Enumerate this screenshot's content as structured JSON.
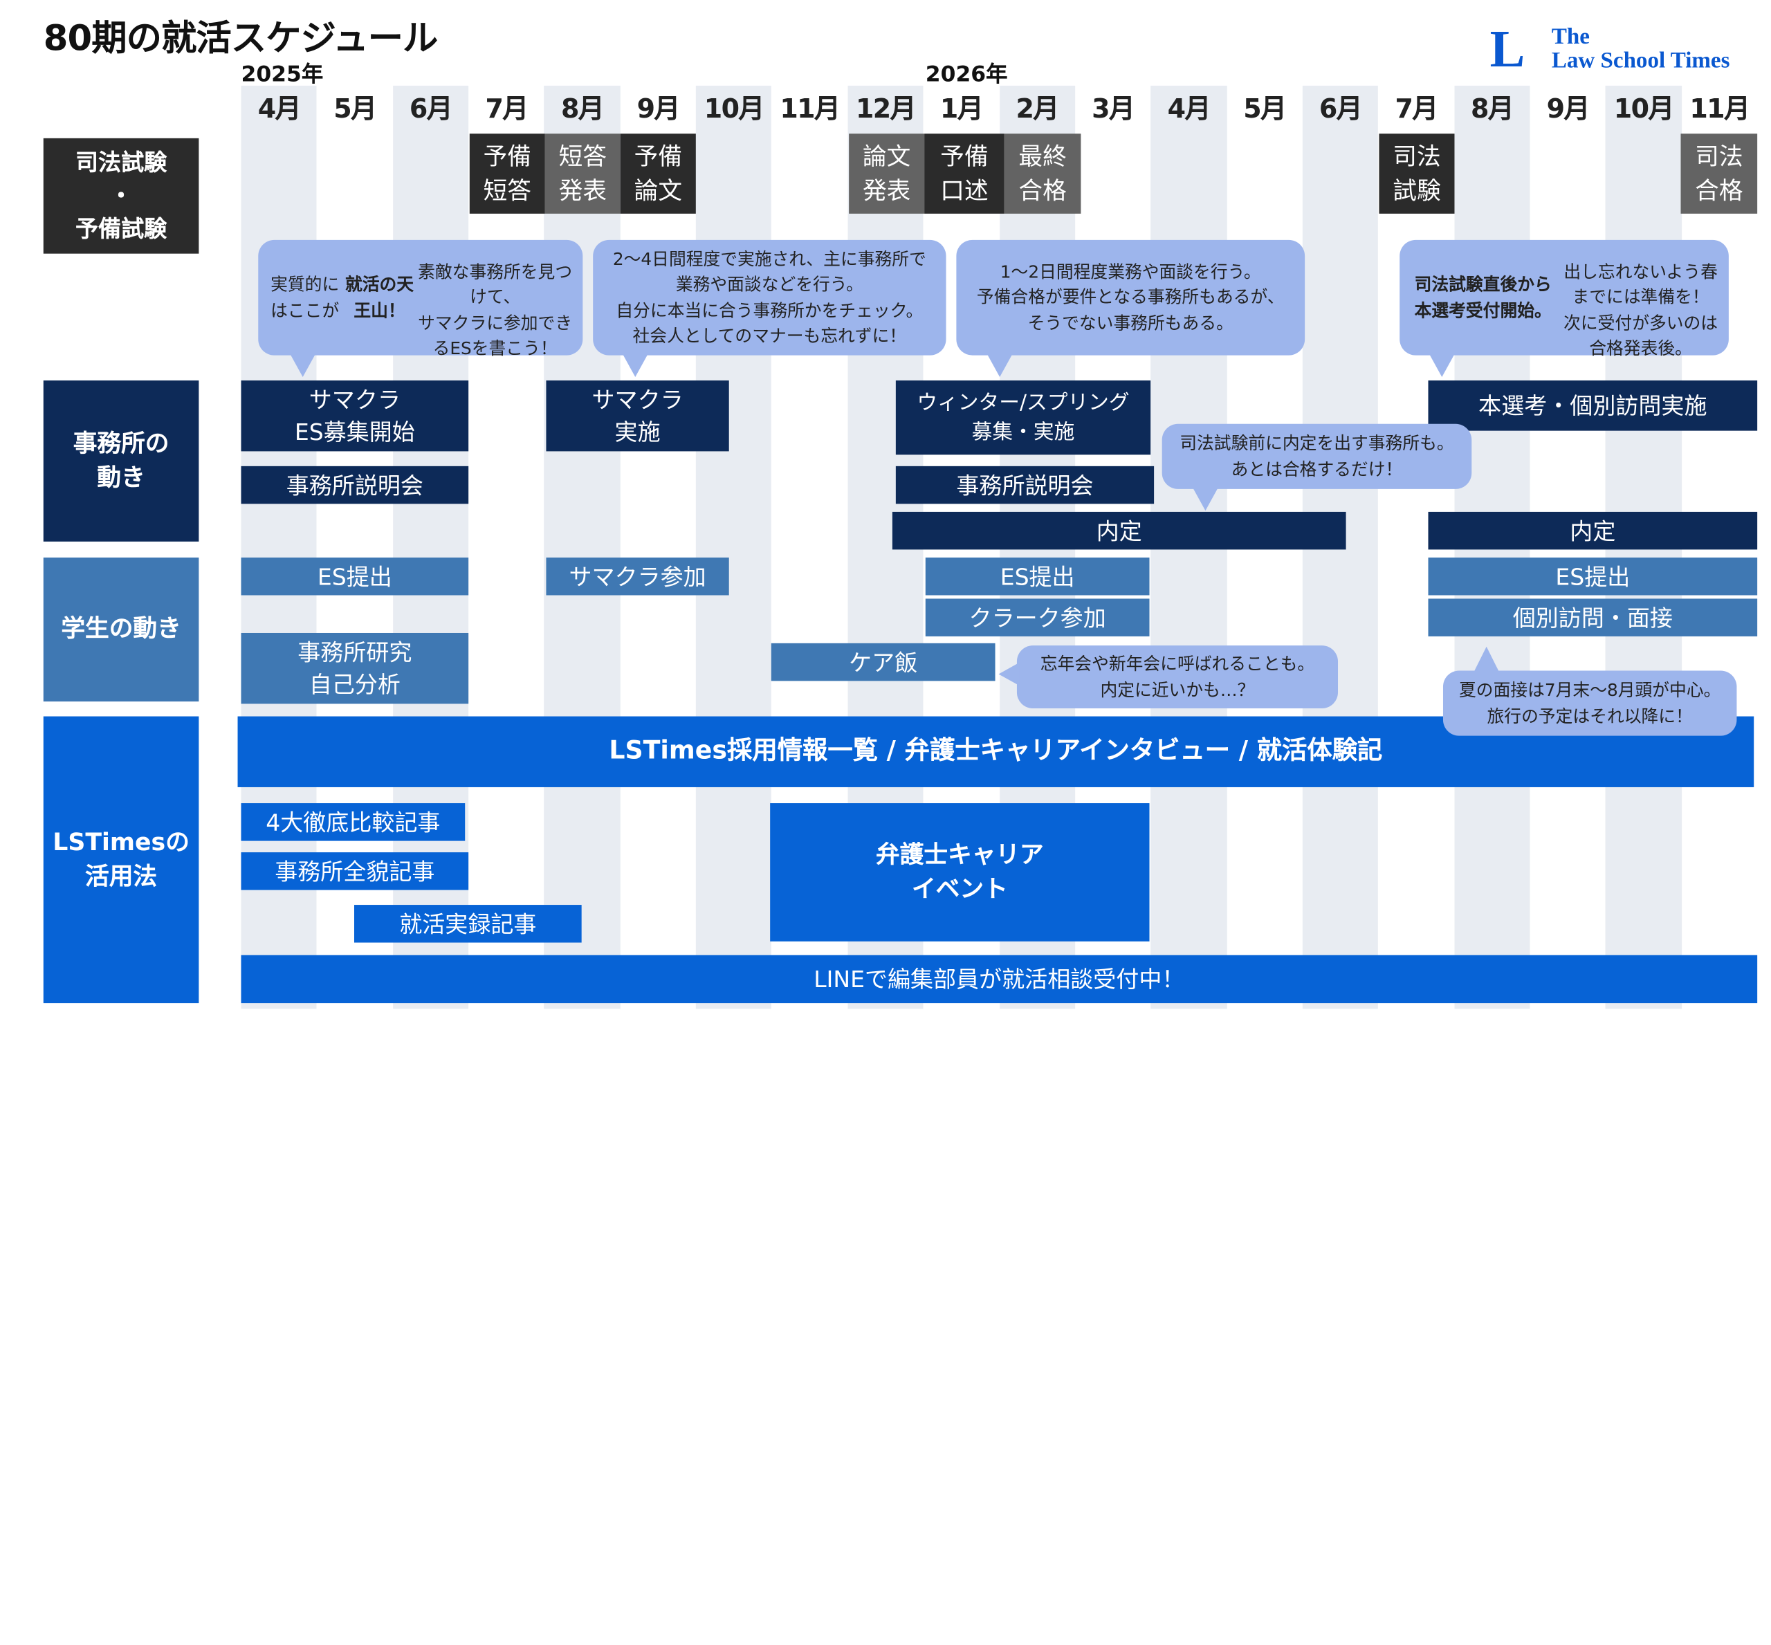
{
  "title": "80期の就活スケジュール",
  "years": [
    "2025年",
    "2026年"
  ],
  "months": [
    "4月",
    "5月",
    "6月",
    "7月",
    "8月",
    "9月",
    "10月",
    "11月",
    "12月",
    "1月",
    "2月",
    "3月",
    "4月",
    "5月",
    "6月",
    "7月",
    "8月",
    "9月",
    "10月",
    "11月"
  ],
  "logo": {
    "mark": "L",
    "text": "The\nLaw School Times"
  },
  "sections": {
    "exam": "司法試験\n・\n予備試験",
    "firm": "事務所の\n動き",
    "student": "学生の動き",
    "lstimes": "LSTimesの\n活用法"
  },
  "exams": [
    "予備\n短答",
    "短答\n発表",
    "予備\n論文",
    "論文\n発表",
    "予備\n口述",
    "最終\n合格",
    "司法\n試験",
    "司法\n合格"
  ],
  "bubbles": [
    {
      "lines": [
        "実質的にはここが",
        {
          "b": "就活の天王山！"
        },
        "\n素敵な事務所を見つけて、\nサマクラに参加できるESを書こう！"
      ]
    },
    {
      "lines": [
        "2〜4日間程度で実施され、主に事務所で\n業務や面談などを行う。\n自分に本当に合う事務所かをチェック。\n社会人としてのマナーも忘れずに！"
      ]
    },
    {
      "lines": [
        "1〜2日間程度業務や面談を行う。\n予備合格が要件となる事務所もあるが、\nそうでない事務所もある。"
      ]
    },
    {
      "lines": [
        {
          "b": "司法試験直後から本選考受付開始。"
        },
        "\n出し忘れないよう春までには準備を！\n次に受付が多いのは合格発表後。"
      ]
    },
    {
      "lines": [
        "司法試験前に内定を出す事務所も。\nあとは合格するだけ！"
      ]
    },
    {
      "lines": [
        "忘年会や新年会に呼ばれることも。\n内定に近いかも…？"
      ]
    },
    {
      "lines": [
        "夏の面接は7月末〜8月頭が中心。\n旅行の予定はそれ以降に！"
      ]
    }
  ],
  "firm": {
    "samakura_es": "サマクラ\nES募集開始",
    "samakura_do": "サマクラ\n実施",
    "winter": "ウィンター/スプリング\n募集・実施",
    "honsenko": "本選考・個別訪問実施",
    "setsumei1": "事務所説明会",
    "setsumei2": "事務所説明会",
    "naitei1": "内定",
    "naitei2": "内定"
  },
  "student": {
    "es1": "ES提出",
    "samakura_join": "サマクラ参加",
    "es2": "ES提出",
    "es3": "ES提出",
    "kenkyu": "事務所研究\n自己分析",
    "clerk": "クラーク参加",
    "kouhou": "個別訪問・面接",
    "caremeshi": "ケア飯"
  },
  "lstimes": {
    "banner": "LSTimes採用情報一覧 / 弁護士キャリアインタビュー / 就活体験記",
    "hikaku": "4大徹底比較記事",
    "zenbou": "事務所全貌記事",
    "jitsuroku": "就活実録記事",
    "event": "弁護士キャリア\nイベント",
    "line": "LINEで編集部員が就活相談受付中！"
  },
  "colors": {
    "navy": "#0d2a58",
    "mid_blue": "#3f78b3",
    "bright_blue": "#0763d6",
    "bubble": "#9db5ec",
    "exam_dark": "#2b2b2b",
    "exam_gray": "#636363",
    "grid_shade": "#e8ecf2"
  }
}
